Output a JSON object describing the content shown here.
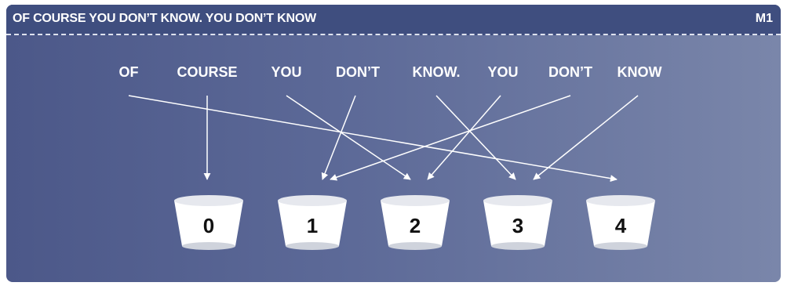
{
  "header": {
    "title": "OF COURSE YOU DON’T KNOW. YOU DON’T KNOW",
    "id": "M1"
  },
  "words": [
    "OF",
    "COURSE",
    "YOU",
    "DON’T",
    "KNOW.",
    "YOU",
    "DON’T",
    "KNOW"
  ],
  "buckets": [
    "0",
    "1",
    "2",
    "3",
    "4"
  ],
  "mappings": [
    {
      "word_index": 0,
      "bucket": "4"
    },
    {
      "word_index": 1,
      "bucket": "0"
    },
    {
      "word_index": 2,
      "bucket": "2"
    },
    {
      "word_index": 3,
      "bucket": "1"
    },
    {
      "word_index": 4,
      "bucket": "3"
    },
    {
      "word_index": 5,
      "bucket": "2"
    },
    {
      "word_index": 6,
      "bucket": "1"
    },
    {
      "word_index": 7,
      "bucket": "3"
    }
  ],
  "colors": {
    "background_start": "#4c5889",
    "background_end": "#7a86aa",
    "header": "#3f4e7f",
    "arrow": "#ffffff",
    "bucket": "#ffffff",
    "bucket_shadow": "#d6d9e2",
    "label": "#111111"
  }
}
